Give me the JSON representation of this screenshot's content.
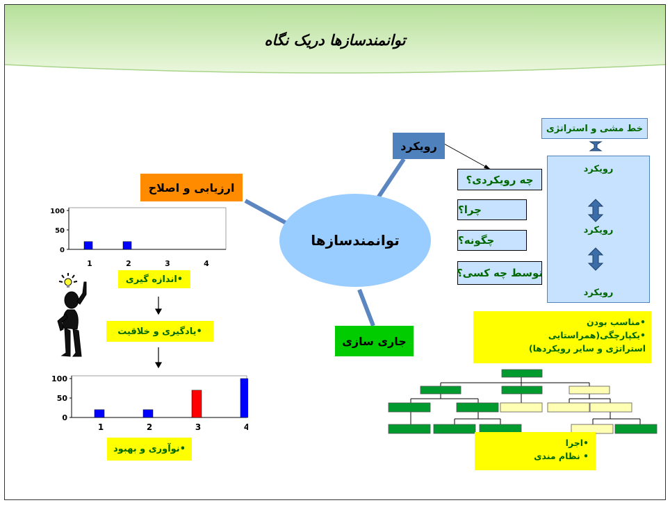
{
  "slide_title": "توانمندسازها دریک نگاه",
  "center": {
    "label": "توانمندسازها"
  },
  "branches": {
    "assessment": "ارزیابی و اصلاح",
    "approach": "رویکرد",
    "deployment": "جاری سازی"
  },
  "approach_questions": [
    "چه رویکردی؟",
    "چرا؟",
    "چگونه؟",
    "توسط چه کسی؟"
  ],
  "policy_box": "خط مشی و استراتژی",
  "approach_stack": [
    "رویکرد",
    "رویکرد",
    "رویکرد"
  ],
  "criteria_box": [
    "•مناسب بودن",
    "•یکپارچگی(همراستایی",
    "استراتژی و سایر رویکردها)"
  ],
  "deployment_box": [
    "•اجرا",
    "• نظام مندی"
  ],
  "learning_steps": {
    "measurement": "•اندازه گیری",
    "learning": "•یادگیری و خلاقیت",
    "improvement": "•نوآوری و بهبود"
  },
  "colors": {
    "title_band": "#ccecb3",
    "ellipse": "#99ccff",
    "assessment_bg": "#ff8c00",
    "approach_bg": "#4f81bd",
    "deployment_bg": "#00cc00",
    "yellow": "#ffff00",
    "light_blue_panel": "#c6e2ff",
    "connector": "#5b86c0",
    "org_green": "#009a2e",
    "org_cream": "#ffffb3"
  },
  "chart_data": [
    {
      "type": "bar",
      "categories": [
        "1",
        "2",
        "3",
        "4"
      ],
      "values": [
        20,
        20,
        0,
        0
      ],
      "bar_colors": [
        "#0000ff",
        "#0000ff",
        "#0000ff",
        "#0000ff"
      ],
      "ylim": [
        0,
        100
      ],
      "yticks": [
        "0",
        "50",
        "100"
      ],
      "xlabel": "",
      "ylabel": "",
      "title": ""
    },
    {
      "type": "bar",
      "categories": [
        "1",
        "2",
        "3",
        "4"
      ],
      "values": [
        20,
        20,
        70,
        100
      ],
      "bar_colors": [
        "#0000ff",
        "#0000ff",
        "#ff0000",
        "#0000ff"
      ],
      "ylim": [
        0,
        100
      ],
      "yticks": [
        "0",
        "50",
        "100"
      ],
      "xlabel": "",
      "ylabel": "",
      "title": ""
    }
  ]
}
